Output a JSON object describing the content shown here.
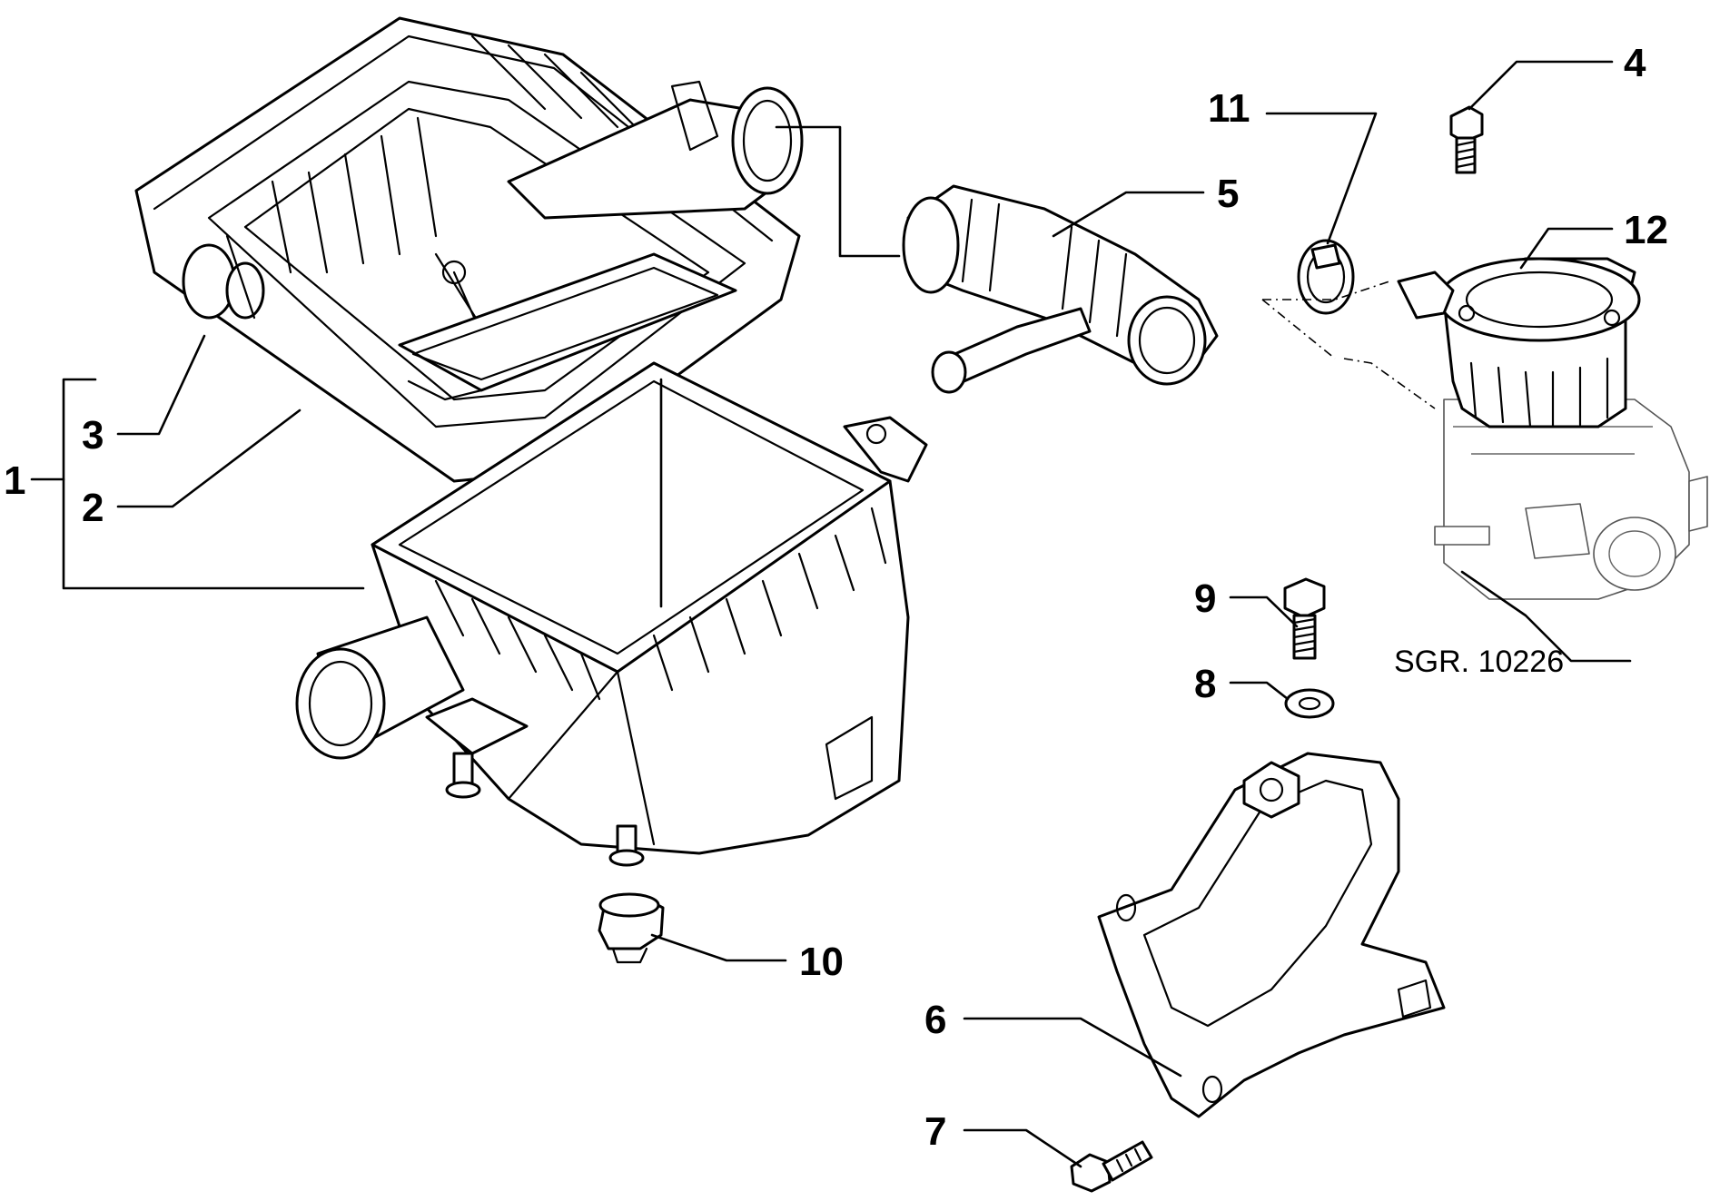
{
  "callouts": {
    "c1": "1",
    "c2": "2",
    "c3": "3",
    "c4": "4",
    "c5": "5",
    "c6": "6",
    "c7": "7",
    "c8": "8",
    "c9": "9",
    "c10": "10",
    "c11": "11",
    "c12": "12"
  },
  "reference_label": "SGR. 10226",
  "colors": {
    "ink": "#000000",
    "paper": "#ffffff",
    "ghost": "#555555"
  }
}
